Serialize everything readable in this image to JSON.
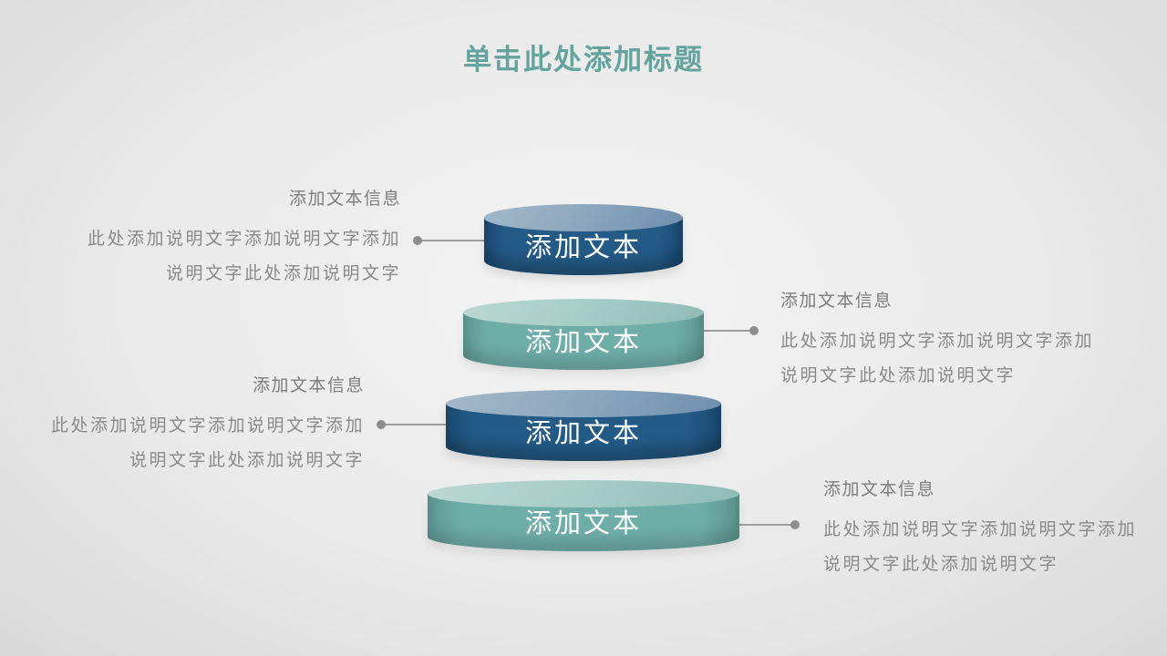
{
  "title": "单击此处添加标题",
  "colors": {
    "title_teal": "#65a39e",
    "cylinder_dark_body": "#235a86",
    "cylinder_dark_top": "#8fa9bf",
    "cylinder_teal_body": "#6fada8",
    "cylinder_teal_top": "#a9cec8",
    "label_text": "#ffffff",
    "callout_heading": "#7e7e7e",
    "callout_text": "#8a8a8a",
    "connector": "#9d9d9d",
    "background": "#eaeaea"
  },
  "cylinders": [
    {
      "label": "添加文本",
      "theme": "dark-blue"
    },
    {
      "label": "添加文本",
      "theme": "teal"
    },
    {
      "label": "添加文本",
      "theme": "dark-blue"
    },
    {
      "label": "添加文本",
      "theme": "teal"
    }
  ],
  "callouts": [
    {
      "side": "left",
      "heading": "添加文本信息",
      "line1": "此处添加说明文字添加说明文字添加",
      "line2": "说明文字此处添加说明文字"
    },
    {
      "side": "right",
      "heading": "添加文本信息",
      "line1": "此处添加说明文字添加说明文字添加",
      "line2": "说明文字此处添加说明文字"
    },
    {
      "side": "left",
      "heading": "添加文本信息",
      "line1": "此处添加说明文字添加说明文字添加",
      "line2": "说明文字此处添加说明文字"
    },
    {
      "side": "right",
      "heading": "添加文本信息",
      "line1": "此处添加说明文字添加说明文字添加",
      "line2": "说明文字此处添加说明文字"
    }
  ]
}
